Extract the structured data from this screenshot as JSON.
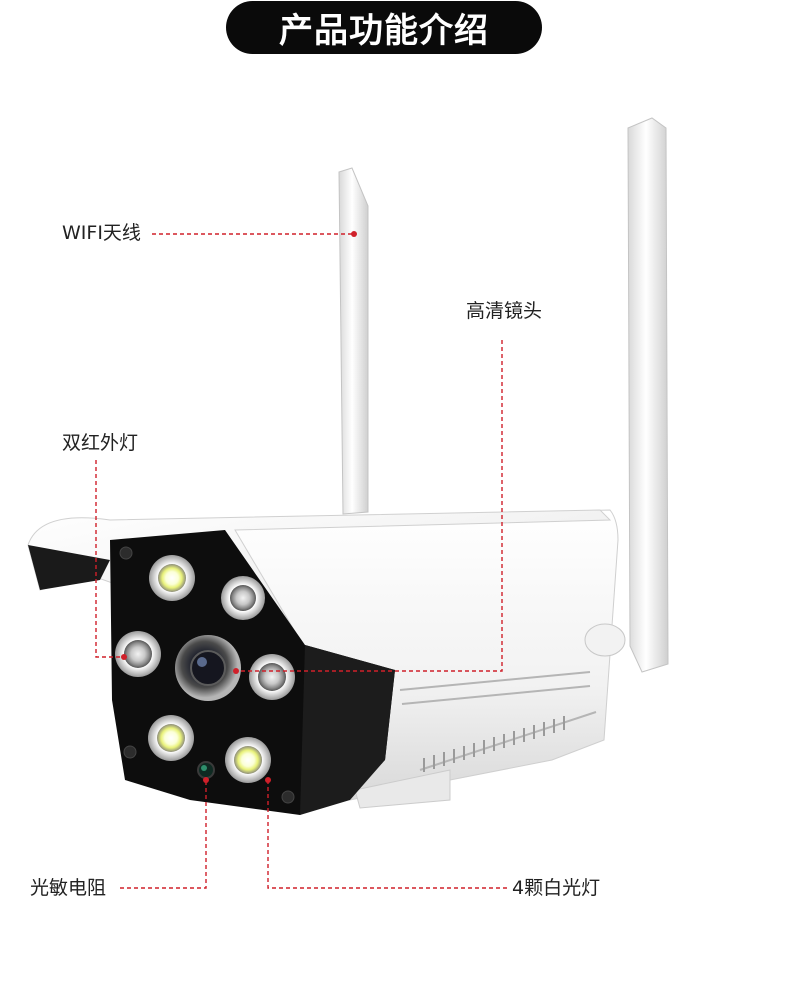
{
  "header": {
    "title": "产品功能介绍"
  },
  "callouts": {
    "wifi_antenna": "WIFI天线",
    "hd_lens": "高清镜头",
    "dual_ir_light": "双红外灯",
    "photoresistor": "光敏电阻",
    "white_lights": "4颗白光灯"
  },
  "colors": {
    "callout_line": "#d0202a",
    "title_bg": "#0a0a0a",
    "title_text": "#ffffff"
  }
}
